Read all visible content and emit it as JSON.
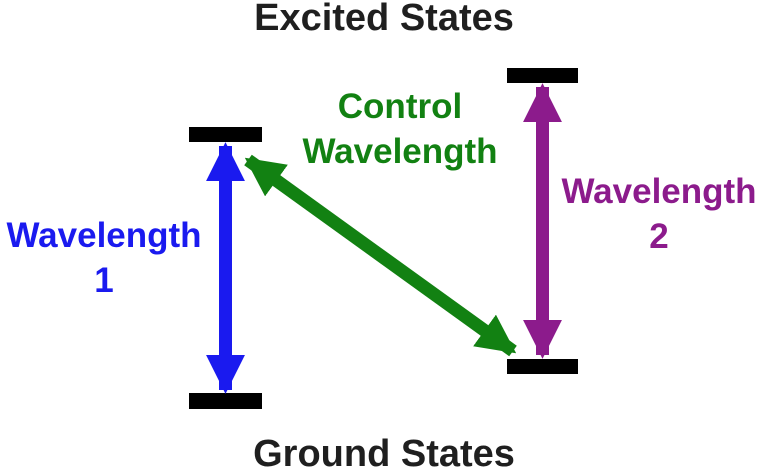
{
  "diagram": {
    "title": "Excited States",
    "bottom_title": "Ground States",
    "colors": {
      "level": "#000000",
      "heading_text": "#1f1f1f",
      "wavelength1": "#1a1aef",
      "wavelength2": "#8c1b8c",
      "control": "#128112"
    },
    "transitions": {
      "wavelength1": {
        "line1": "Wavelength",
        "line2": "1"
      },
      "wavelength2": {
        "line1": "Wavelength",
        "line2": "2"
      },
      "control": {
        "line1": "Control",
        "line2": "Wavelength"
      }
    }
  }
}
